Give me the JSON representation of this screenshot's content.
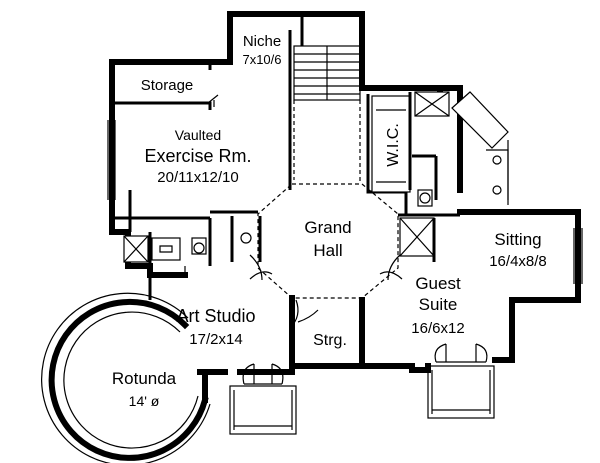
{
  "rooms": {
    "niche": {
      "name": "Niche",
      "dims": "7x10/6"
    },
    "storage": {
      "name": "Storage"
    },
    "exercise": {
      "name_line1": "Vaulted",
      "name_line2": "Exercise Rm.",
      "dims": "20/11x12/10"
    },
    "wic": {
      "name": "W.I.C."
    },
    "grand_hall": {
      "name_line1": "Grand",
      "name_line2": "Hall"
    },
    "sitting": {
      "name": "Sitting",
      "dims": "16/4x8/8"
    },
    "guest_suite": {
      "name_line1": "Guest",
      "name_line2": "Suite",
      "dims": "16/6x12"
    },
    "art_studio": {
      "name": "Art Studio",
      "dims": "17/2x14"
    },
    "strg": {
      "name": "Strg."
    },
    "rotunda": {
      "name": "Rotunda",
      "dims": "14' ø"
    }
  }
}
